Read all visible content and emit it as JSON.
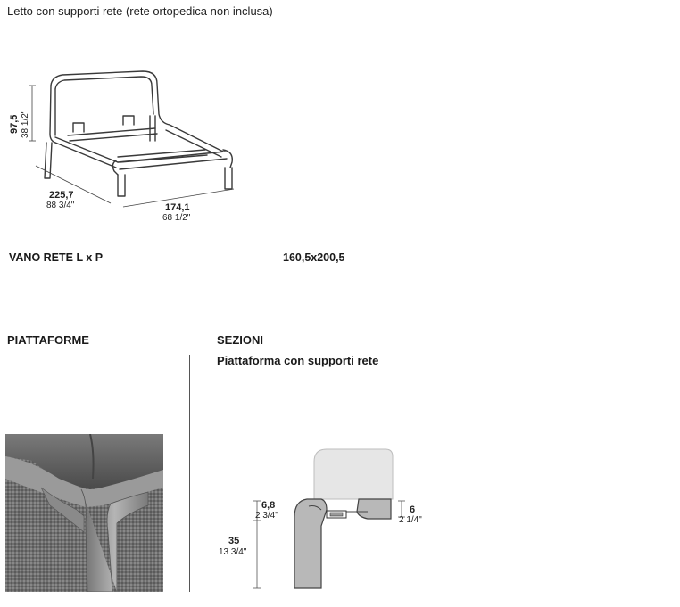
{
  "caption": "Letto con supporti rete (rete ortopedica non inclusa)",
  "dimensions": {
    "height_cm": "97,5",
    "height_in": "38 1/2\"",
    "depth_cm": "225,7",
    "depth_in": "88 3/4\"",
    "width_cm": "174,1",
    "width_in": "68 1/2\""
  },
  "spec": {
    "label": "VANO RETE L x P",
    "value": "160,5x200,5"
  },
  "platforms": {
    "title": "PIATTAFORME"
  },
  "sections": {
    "title": "SEZIONI",
    "subtitle": "Piattaforma con supporti rete",
    "dims": {
      "top_cm": "6,8",
      "top_in": "2 3/4\"",
      "total_cm": "35",
      "total_in": "13 3/4\"",
      "slat_cm": "6",
      "slat_in": "2 1/4\""
    }
  }
}
